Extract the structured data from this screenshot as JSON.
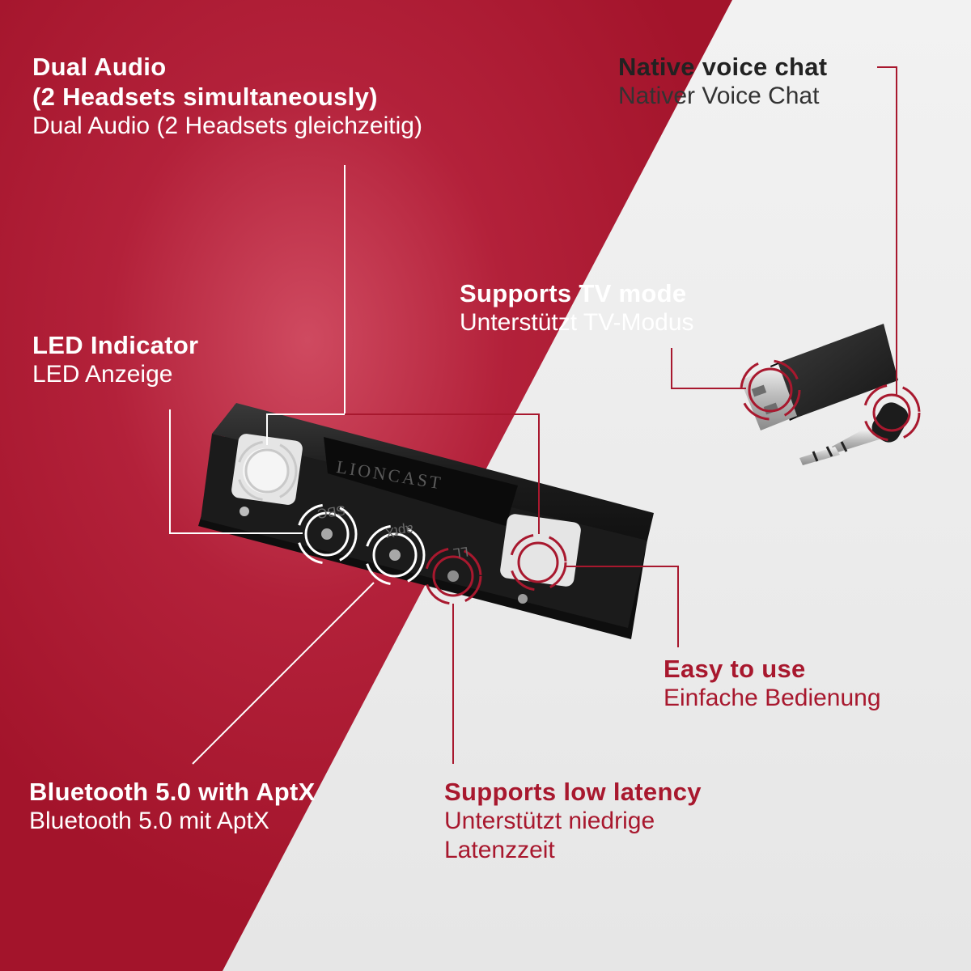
{
  "features": {
    "dual_audio": {
      "title_line1": "Dual Audio",
      "title_line2": "(2 Headsets simultaneously)",
      "subtitle": "Dual Audio (2 Headsets gleichzeitig)"
    },
    "voice_chat": {
      "title": "Native voice chat",
      "subtitle": "Nativer Voice Chat"
    },
    "tv_mode": {
      "title": "Supports TV mode",
      "subtitle": "Unterstützt  TV-Modus"
    },
    "led": {
      "title": "LED Indicator",
      "subtitle": "LED Anzeige"
    },
    "easy": {
      "title": "Easy to use",
      "subtitle": "Einfache Bedienung"
    },
    "bluetooth": {
      "title": "Bluetooth 5.0 with AptX",
      "subtitle": "Bluetooth 5.0 mit AptX"
    },
    "latency": {
      "title": "Supports low latency",
      "subtitle_line1": "Unterstützt niedrige",
      "subtitle_line2": "Latenzzeit"
    }
  },
  "device": {
    "brand": "LIONCAST",
    "led_labels": [
      "SBC",
      "aptX",
      "LL"
    ]
  },
  "colors": {
    "red": "#a8182e",
    "red_light": "#c23a52",
    "light": "#ececec",
    "device_body": "#1e1e1e",
    "button": "#e6e6e6"
  }
}
